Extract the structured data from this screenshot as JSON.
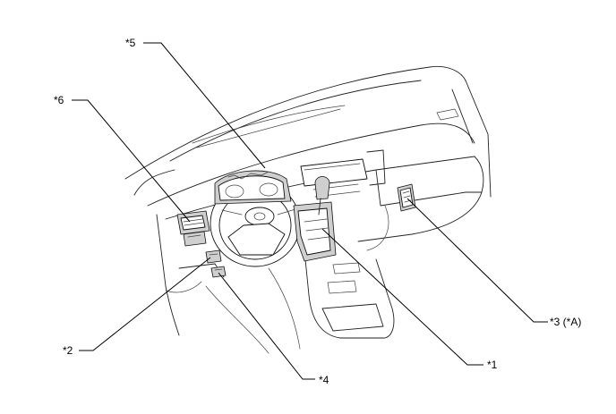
{
  "callouts": {
    "c1": "*1",
    "c2": "*2",
    "c3": "*3 (*A)",
    "c4": "*4",
    "c5": "*5",
    "c6": "*6"
  }
}
